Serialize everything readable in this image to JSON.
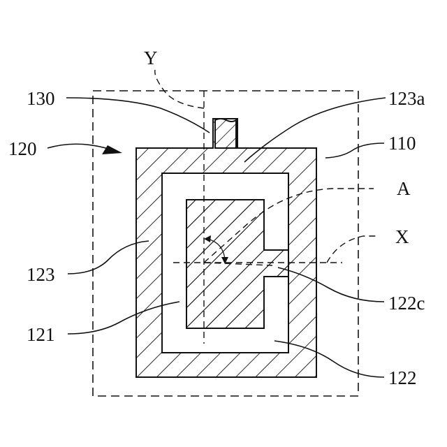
{
  "labels": {
    "y_axis": "Y",
    "l130": "130",
    "l123a": "123a",
    "l120": "120",
    "l110": "110",
    "lA": "A",
    "x_axis": "X",
    "l123": "123",
    "l122c": "122c",
    "l121": "121",
    "l122": "122"
  }
}
